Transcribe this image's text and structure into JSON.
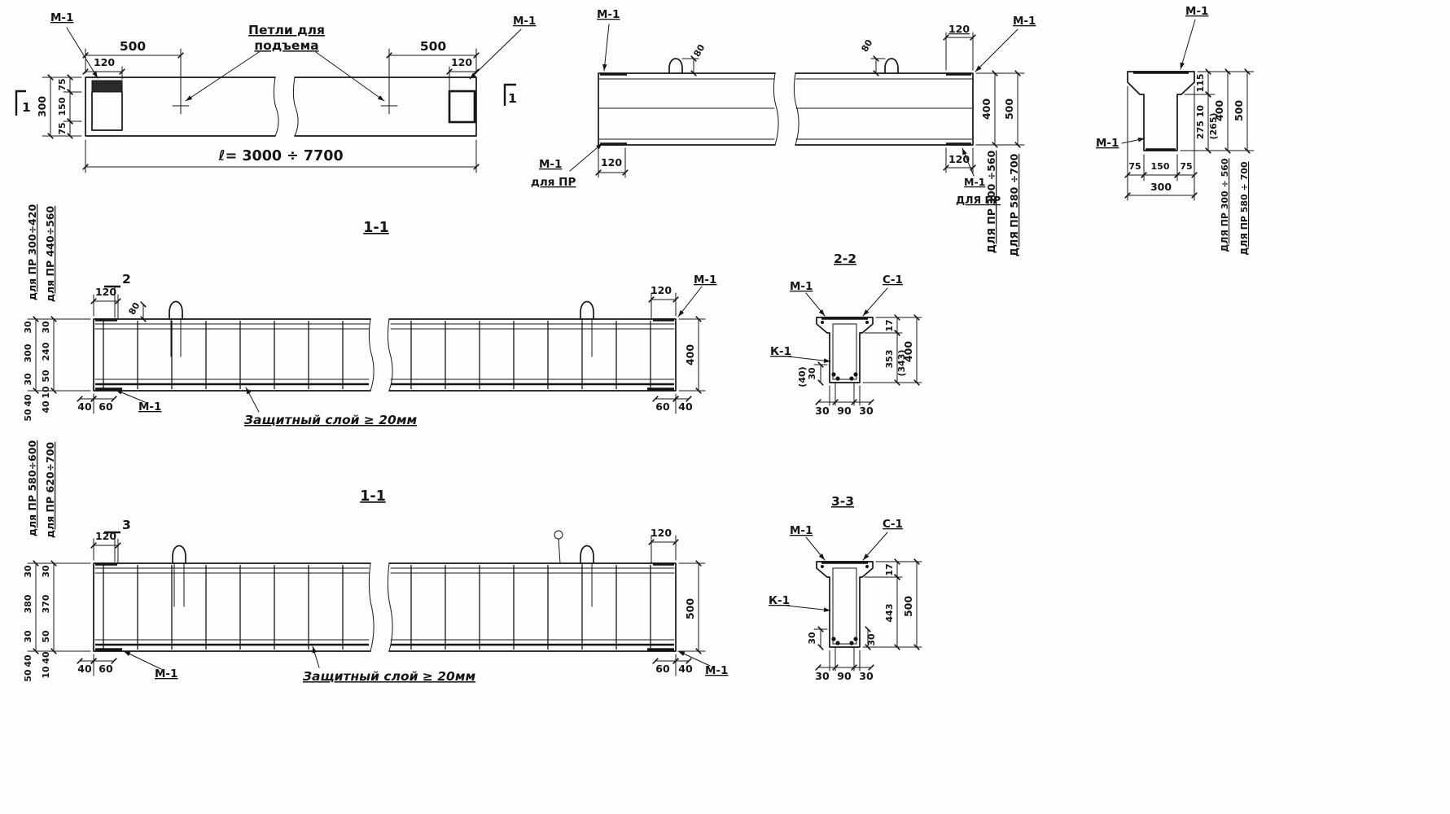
{
  "plan": {
    "m1_left": "М-1",
    "m1_right": "М-1",
    "dim_500_left": "500",
    "dim_120_left": "120",
    "dim_500_right": "500",
    "dim_120_right": "120",
    "loops_line1": "Петли для",
    "loops_line2": "подъема",
    "dim_side": [
      "75",
      "150",
      "75"
    ],
    "dim_side_total": "300",
    "dim_length": "ℓ= 3000 ÷ 7700",
    "cut_left": "1",
    "cut_right": "1"
  },
  "elevation": {
    "m1_top_left": "М-1",
    "m1_top_right": "М-1",
    "dim_80_left": "80",
    "dim_80_right": "80",
    "dim_120_top_right": "120",
    "dim_120_bottom_left": "120",
    "dim_120_bottom_right": "120",
    "m1_bottom_left": "М-1",
    "m1_bottom_left_sub": "для ПР",
    "m1_bottom_right": "М-1",
    "m1_bottom_right_sub": "ДЛЯ ПР",
    "dim_400": "400",
    "dim_500": "500",
    "caption_400": "ДЛЯ ПР 300 ÷560",
    "caption_500": "ДЛЯ ПР 580 ÷700"
  },
  "cross_section": {
    "m1_top": "М-1",
    "m1_left": "М-1",
    "dim_115": "115",
    "dim_275_10": "275 10",
    "dim_265": "(265)",
    "dim_400": "400",
    "dim_500": "500",
    "caption_400": "ДЛЯ ПР 300 ÷ 560",
    "caption_500": "ДЛЯ ПР 580 ÷ 700",
    "dim_bottom": [
      "75",
      "150",
      "75"
    ],
    "dim_bottom_total": "300"
  },
  "section_11_top": {
    "title": "1-1",
    "cut_mark": "2",
    "dim_120_left": "120",
    "dim_80": "80",
    "dim_120_right": "120",
    "m1_top_right": "М-1",
    "m1_bottom_left": "М-1",
    "dim_400": "400",
    "col_a_caption": "для ПР 300÷420",
    "col_a_dims": [
      "30",
      "300",
      "30",
      "40",
      "50"
    ],
    "col_b_caption": "для ПР 440÷560",
    "col_b_dims": [
      "30",
      "240",
      "50",
      "10",
      "40"
    ],
    "dim_40_left": "40",
    "dim_60_left": "60",
    "dim_60_right": "60",
    "dim_40_right": "40",
    "cover_note": "Защитный  слой ≥ 20мм"
  },
  "section_22": {
    "title": "2-2",
    "m1": "М-1",
    "c1": "С-1",
    "k1": "К-1",
    "dim_17": "17",
    "dim_353": "353",
    "dim_343": "(343)",
    "dim_400": "400",
    "dim_30_left": "30",
    "dim_40_left": "(40)",
    "dim_bottom": [
      "30",
      "90",
      "30"
    ]
  },
  "section_11_bottom": {
    "title": "1-1",
    "cut_mark": "3",
    "dim_120_left": "120",
    "dim_120_right": "120",
    "m1_bottom_left": "М-1",
    "m1_bottom_right": "М-1",
    "dim_500": "500",
    "col_a_caption": "для ПР 580÷600",
    "col_a_dims": [
      "30",
      "380",
      "30",
      "40",
      "50"
    ],
    "col_b_caption": "для ПР 620÷700",
    "col_b_dims": [
      "30",
      "370",
      "50",
      "40",
      "10"
    ],
    "dim_40_left": "40",
    "dim_60_left": "60",
    "dim_60_right": "60",
    "dim_40_right": "40",
    "cover_note": "Защитный  слой ≥ 20мм"
  },
  "section_33": {
    "title": "3-3",
    "m1": "М-1",
    "c1": "С-1",
    "k1": "К-1",
    "dim_17": "17",
    "dim_443": "443",
    "dim_500": "500",
    "dim_30_left": "30",
    "dim_30_right": "30",
    "dim_bottom": [
      "30",
      "90",
      "30"
    ]
  }
}
